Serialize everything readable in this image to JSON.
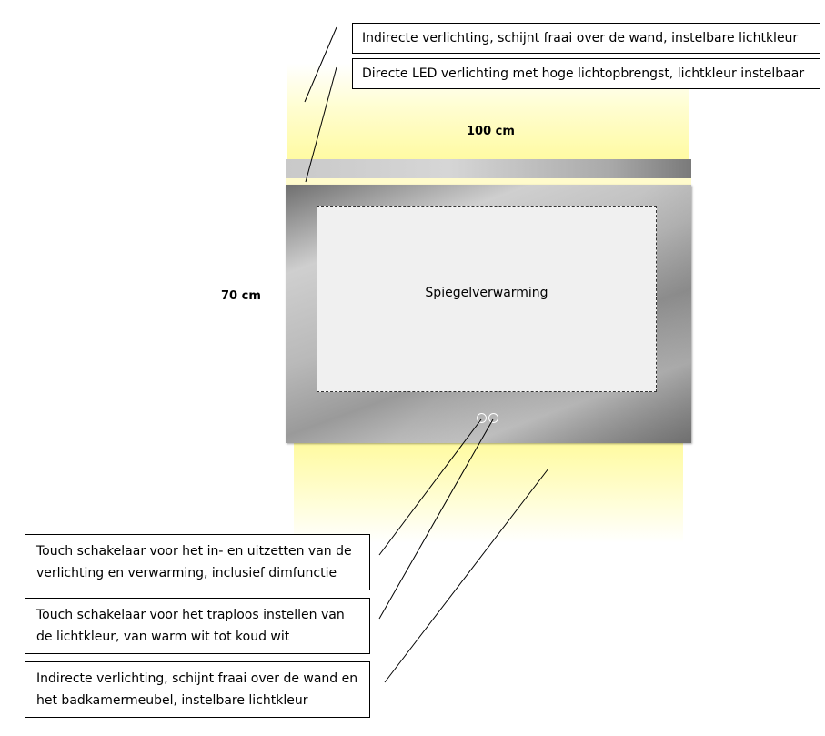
{
  "dimensions": {
    "width_label": "100 cm",
    "height_label": "70 cm"
  },
  "mirror": {
    "heating_label": "Spiegelverwarming",
    "glow_color": "#fff59a"
  },
  "callouts": {
    "indirect_top": "Indirecte verlichting, schijnt fraai over de wand, instelbare lichtkleur",
    "direct_led": "Directe LED verlichting met hoge lichtopbrengst, lichtkleur instelbaar",
    "touch_power": "Touch schakelaar voor het in- en uitzetten van de verlichting en verwarming, inclusief dimfunctie",
    "touch_color": "Touch schakelaar voor het traploos instellen van de lichtkleur, van warm wit tot koud wit",
    "indirect_bottom": "Indirecte verlichting, schijnt fraai over de wand en het badkamermeubel, instelbare lichtkleur"
  }
}
